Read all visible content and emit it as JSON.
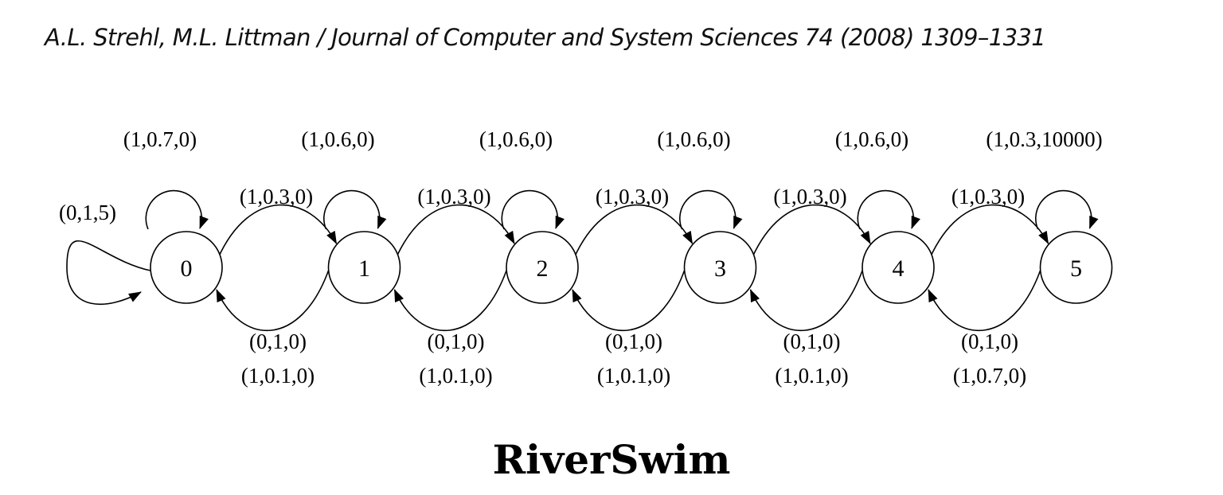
{
  "header": {
    "citation": "A.L. Strehl, M.L. Littman / Journal of Computer and System Sciences 74 (2008) 1309–1331"
  },
  "diagram": {
    "caption": "RiverSwim",
    "states": [
      {
        "label": "0",
        "self_loop": "(1,0.7,0)",
        "forward": "(1,0.3,0)",
        "back_action0": "(0,1,0)",
        "back_action1": "(1,0.1,0)",
        "left_loop": "(0,1,5)"
      },
      {
        "label": "1",
        "self_loop": "(1,0.6,0)",
        "forward": "(1,0.3,0)",
        "back_action0": "(0,1,0)",
        "back_action1": "(1,0.1,0)"
      },
      {
        "label": "2",
        "self_loop": "(1,0.6,0)",
        "forward": "(1,0.3,0)",
        "back_action0": "(0,1,0)",
        "back_action1": "(1,0.1,0)"
      },
      {
        "label": "3",
        "self_loop": "(1,0.6,0)",
        "forward": "(1,0.3,0)",
        "back_action0": "(0,1,0)",
        "back_action1": "(1,0.1,0)"
      },
      {
        "label": "4",
        "self_loop": "(1,0.6,0)",
        "forward": "(1,0.3,0)",
        "back_action0": "(0,1,0)",
        "back_action1": "(1,0.7,0)"
      },
      {
        "label": "5",
        "self_loop": "(1,0.3,10000)"
      }
    ]
  }
}
